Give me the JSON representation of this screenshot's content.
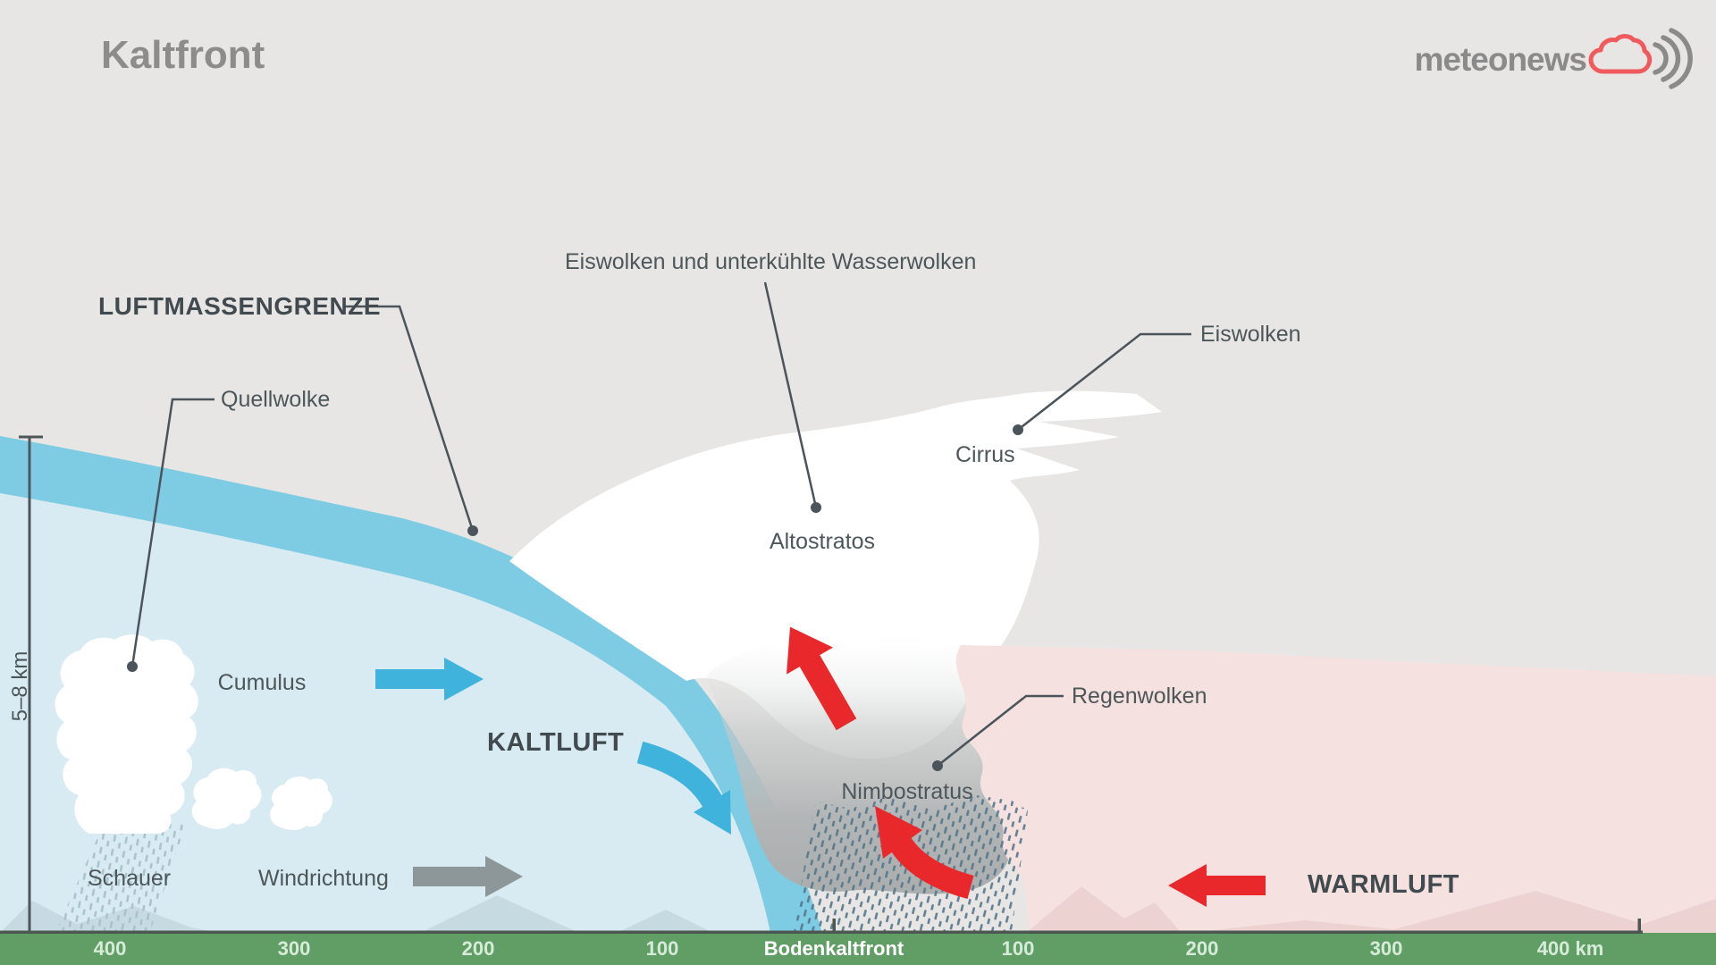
{
  "title": "Kaltfront",
  "logo": {
    "name": "meteonews"
  },
  "labels": {
    "luftmassengrenze": "LUFTMASSENGRENZE",
    "quellwolke": "Quellwolke",
    "eiswolken_wasserwolken": "Eiswolken und unterkühlte Wasserwolken",
    "eiswolken": "Eiswolken",
    "cirrus": "Cirrus",
    "altostratos": "Altostratos",
    "cumulus": "Cumulus",
    "kaltluft": "KALTLUFT",
    "nimbostratus": "Nimbostratus",
    "regenwolken": "Regenwolken",
    "schauer": "Schauer",
    "windrichtung": "Windrichtung",
    "warmluft": "WARMLUFT"
  },
  "axis": {
    "y_label": "5–8 km",
    "ticks": [
      "400",
      "300",
      "200",
      "100",
      "Bodenkaltfront",
      "100",
      "200",
      "300",
      "400 km"
    ]
  },
  "colors": {
    "background": "#e7e6e4",
    "front_band_blue": "#7ecbe4",
    "cold_air_blue": "#d8ebf2",
    "warm_air_pink": "#f5e1df",
    "ground_green": "#619e65",
    "arrow_red": "#e8282b",
    "arrow_blue": "#3fb3dc",
    "arrow_gray": "#8d9799",
    "label_text": "#4d575a",
    "logo_gray": "#8a8a8a",
    "logo_red": "#f05a5c"
  }
}
